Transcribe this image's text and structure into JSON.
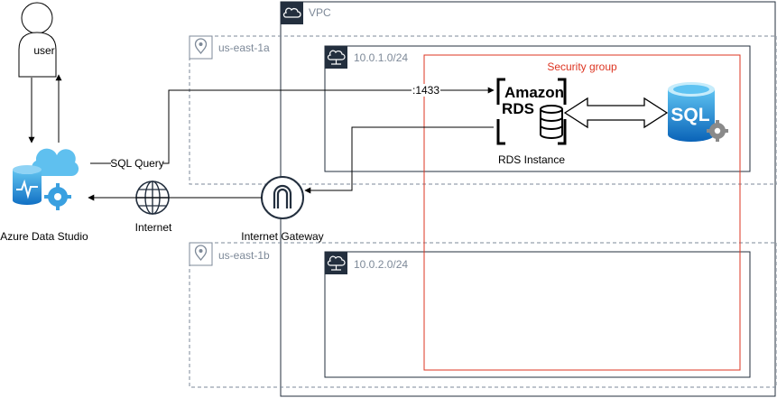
{
  "vpc": {
    "label": "VPC"
  },
  "az_a": {
    "label": "us-east-1a"
  },
  "az_b": {
    "label": "us-east-1b"
  },
  "subnet_a": {
    "label": "10.0.1.0/24"
  },
  "subnet_b": {
    "label": "10.0.2.0/24"
  },
  "security_group": {
    "label": "Security group"
  },
  "user": {
    "label": "user"
  },
  "azure_data_studio": {
    "label": "Azure Data Studio"
  },
  "internet": {
    "label": "Internet"
  },
  "internet_gateway": {
    "label": "Internet Gateway"
  },
  "rds": {
    "logo_line1": "Amazon",
    "logo_line2": "RDS",
    "label": "RDS Instance"
  },
  "sql_server": {
    "logo": "SQL"
  },
  "connections": {
    "sql_query": "SQL Query",
    "port": ":1433"
  },
  "colors": {
    "security_group": "#dd3522",
    "group_border": "#7d8998",
    "azure_blue": "#1e88d6"
  },
  "icons": [
    "cloud-icon",
    "location-pin-icon",
    "subnet-cloud-icon",
    "globe-icon",
    "gateway-icon",
    "database-icon",
    "gear-icon",
    "person-icon"
  ]
}
